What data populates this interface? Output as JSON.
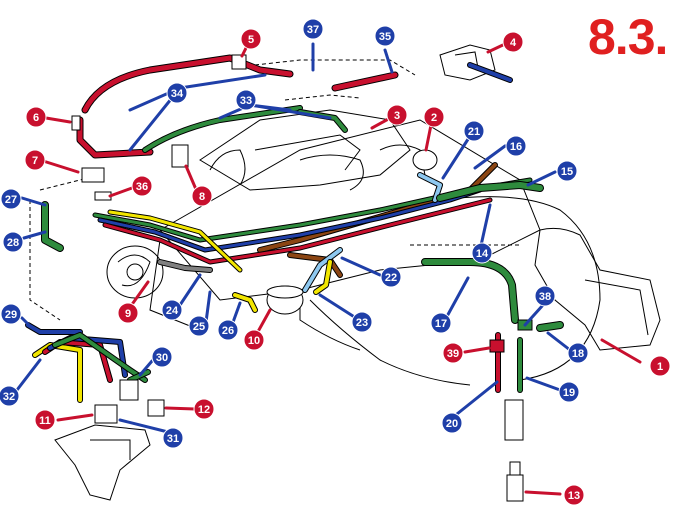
{
  "figure": {
    "title": "8.3.",
    "colors": {
      "red": "#c8102e",
      "blue": "#1f3fa8",
      "green": "#2e8b3d",
      "brown": "#8b4513",
      "yellow": "#f2e600",
      "light_blue": "#8ec8f0",
      "gray": "#808080",
      "outline": "#000000"
    },
    "callouts": [
      {
        "number": "1",
        "color": "red"
      },
      {
        "number": "2",
        "color": "red"
      },
      {
        "number": "3",
        "color": "red"
      },
      {
        "number": "4",
        "color": "red"
      },
      {
        "number": "5",
        "color": "red"
      },
      {
        "number": "6",
        "color": "red"
      },
      {
        "number": "7",
        "color": "red"
      },
      {
        "number": "8",
        "color": "red"
      },
      {
        "number": "9",
        "color": "red"
      },
      {
        "number": "10",
        "color": "red"
      },
      {
        "number": "11",
        "color": "red"
      },
      {
        "number": "12",
        "color": "red"
      },
      {
        "number": "13",
        "color": "red"
      },
      {
        "number": "14",
        "color": "blue"
      },
      {
        "number": "15",
        "color": "blue"
      },
      {
        "number": "16",
        "color": "blue"
      },
      {
        "number": "17",
        "color": "blue"
      },
      {
        "number": "18",
        "color": "blue"
      },
      {
        "number": "19",
        "color": "blue"
      },
      {
        "number": "20",
        "color": "blue"
      },
      {
        "number": "21",
        "color": "blue"
      },
      {
        "number": "22",
        "color": "blue"
      },
      {
        "number": "23",
        "color": "blue"
      },
      {
        "number": "24",
        "color": "blue"
      },
      {
        "number": "25",
        "color": "blue"
      },
      {
        "number": "26",
        "color": "blue"
      },
      {
        "number": "27",
        "color": "blue"
      },
      {
        "number": "28",
        "color": "blue"
      },
      {
        "number": "29",
        "color": "blue"
      },
      {
        "number": "30",
        "color": "blue"
      },
      {
        "number": "31",
        "color": "blue"
      },
      {
        "number": "32",
        "color": "blue"
      },
      {
        "number": "33",
        "color": "blue"
      },
      {
        "number": "34",
        "color": "blue"
      },
      {
        "number": "35",
        "color": "blue"
      },
      {
        "number": "36",
        "color": "red"
      },
      {
        "number": "37",
        "color": "blue"
      },
      {
        "number": "38",
        "color": "blue"
      },
      {
        "number": "39",
        "color": "red"
      }
    ]
  }
}
